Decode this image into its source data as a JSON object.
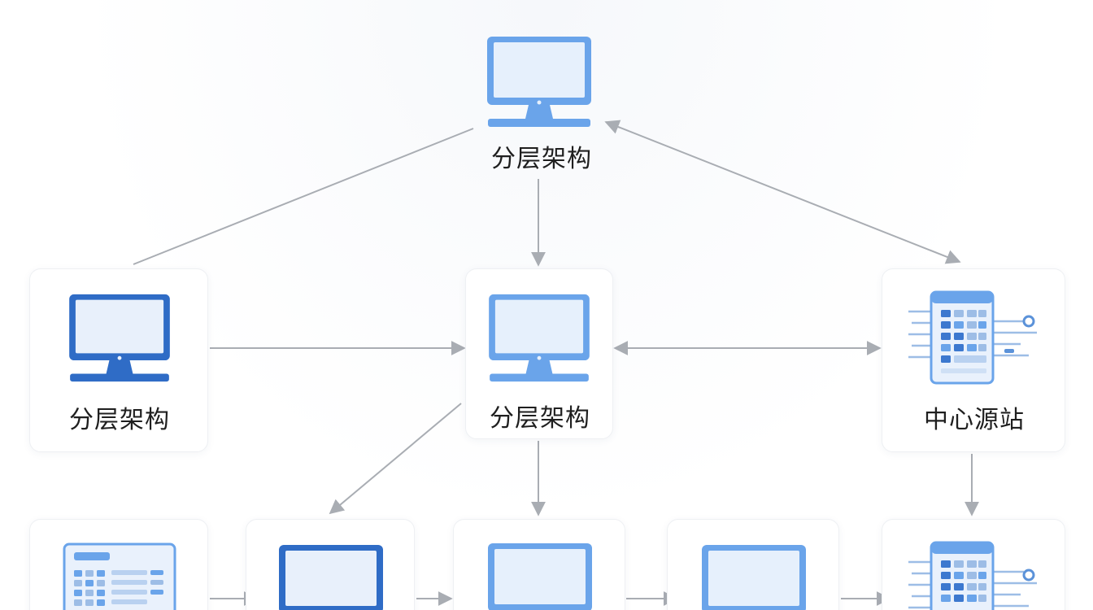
{
  "diagram": {
    "nodes": [
      {
        "id": "top",
        "label": "分层架构",
        "icon": "monitor-icon",
        "tone": "light"
      },
      {
        "id": "mid-left",
        "label": "分层架构",
        "icon": "monitor-icon",
        "tone": "dark"
      },
      {
        "id": "mid-center",
        "label": "分层架构",
        "icon": "monitor-icon",
        "tone": "light"
      },
      {
        "id": "mid-right",
        "label": "中心源站",
        "icon": "server-rack-icon",
        "tone": "light"
      },
      {
        "id": "bottom-1",
        "label": "",
        "icon": "dashboard-panel-icon",
        "tone": "light"
      },
      {
        "id": "bottom-2",
        "label": "",
        "icon": "monitor-icon",
        "tone": "dark"
      },
      {
        "id": "bottom-3",
        "label": "",
        "icon": "monitor-icon",
        "tone": "light"
      },
      {
        "id": "bottom-4",
        "label": "",
        "icon": "monitor-icon",
        "tone": "light"
      },
      {
        "id": "bottom-5",
        "label": "",
        "icon": "server-rack-icon",
        "tone": "light"
      }
    ],
    "colors": {
      "monitor_light": "#6aa4ea",
      "monitor_light_screen": "#e6f0fc",
      "monitor_dark": "#2f6cc6",
      "monitor_dark_screen": "#e8f0fb",
      "edge": "#a9adb3"
    }
  }
}
